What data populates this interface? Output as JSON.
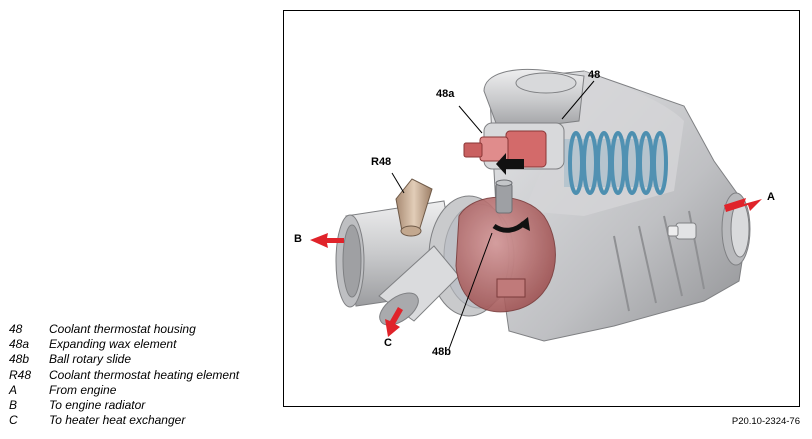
{
  "legend": [
    {
      "key": "48",
      "text": "Coolant thermostat housing"
    },
    {
      "key": "48a",
      "text": "Expanding wax element"
    },
    {
      "key": "48b",
      "text": "Ball rotary slide"
    },
    {
      "key": "R48",
      "text": "Coolant thermostat heating element"
    },
    {
      "key": "A",
      "text": "From engine"
    },
    {
      "key": "B",
      "text": "To engine radiator"
    },
    {
      "key": "C",
      "text": "To heater heat exchanger"
    }
  ],
  "callouts": {
    "c48": "48",
    "c48a": "48a",
    "cR48": "R48",
    "c48b": "48b",
    "cA": "A",
    "cB": "B",
    "cC": "C"
  },
  "figure_ref": "P20.10-2324-76",
  "colors": {
    "arrow": "#e0232a",
    "housing": "#c8c9cb",
    "spring": "#4d8fb0",
    "rotary_slide": "#b86a6a"
  }
}
